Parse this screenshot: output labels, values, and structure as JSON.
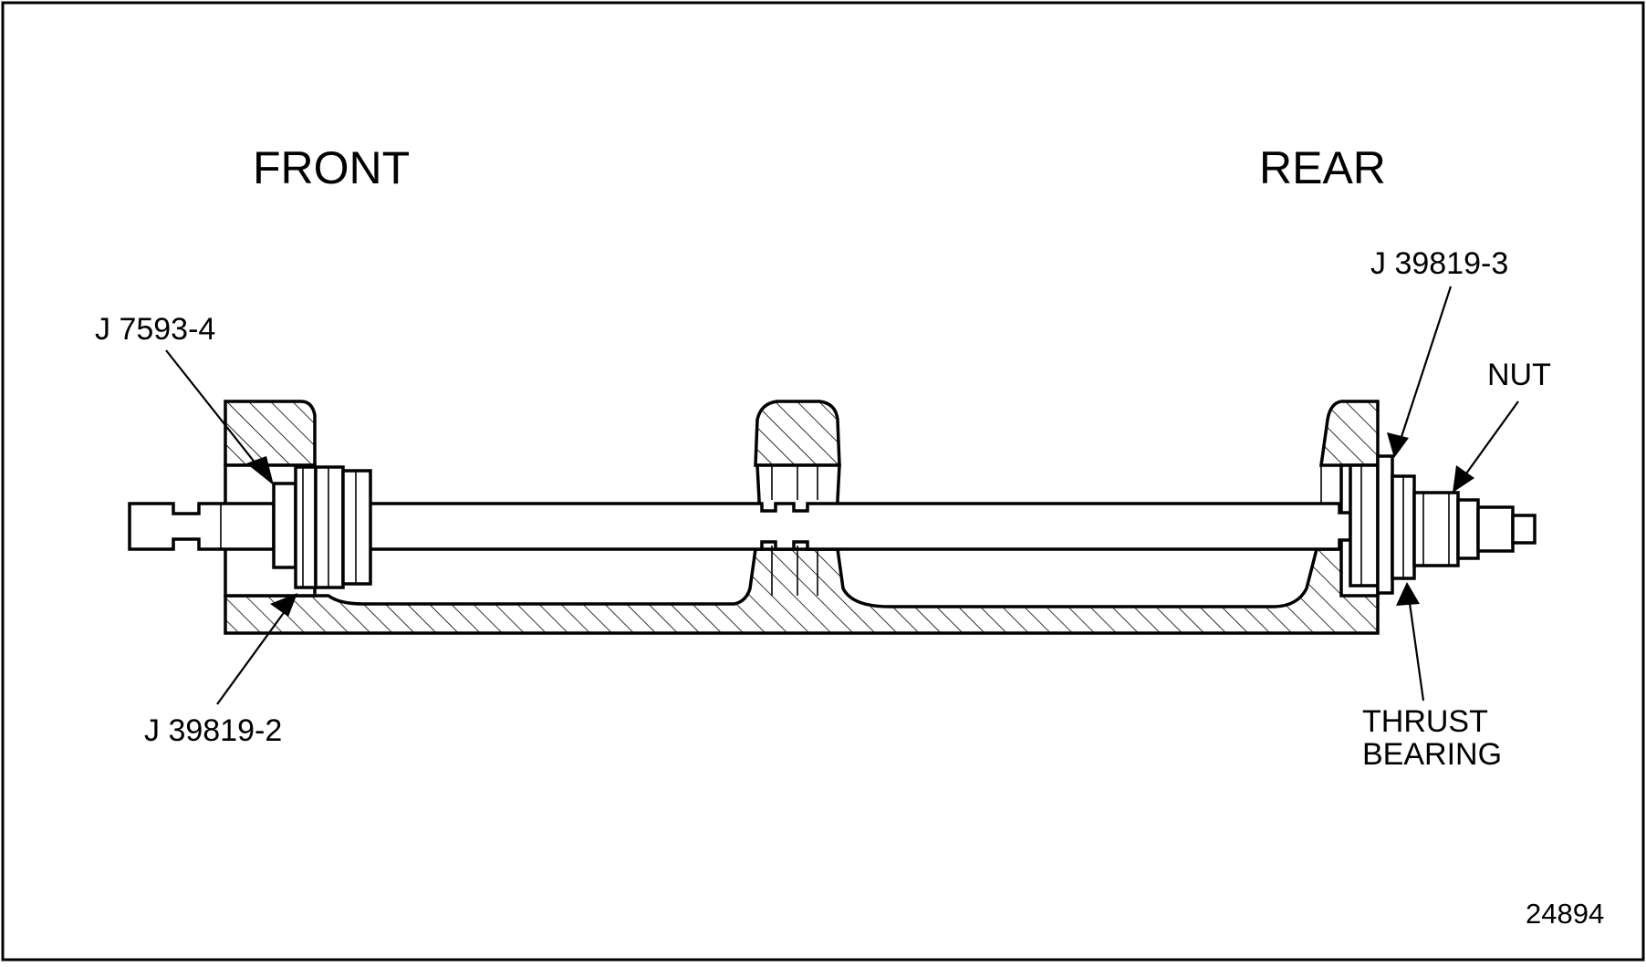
{
  "labels": {
    "front": "FRONT",
    "rear": "REAR",
    "j7593_4": "J 7593-4",
    "j39819_2": "J 39819-2",
    "j39819_3": "J 39819-3",
    "nut": "NUT",
    "thrust_line1": "THRUST",
    "thrust_line2": "BEARING",
    "figure_number": "24894"
  }
}
